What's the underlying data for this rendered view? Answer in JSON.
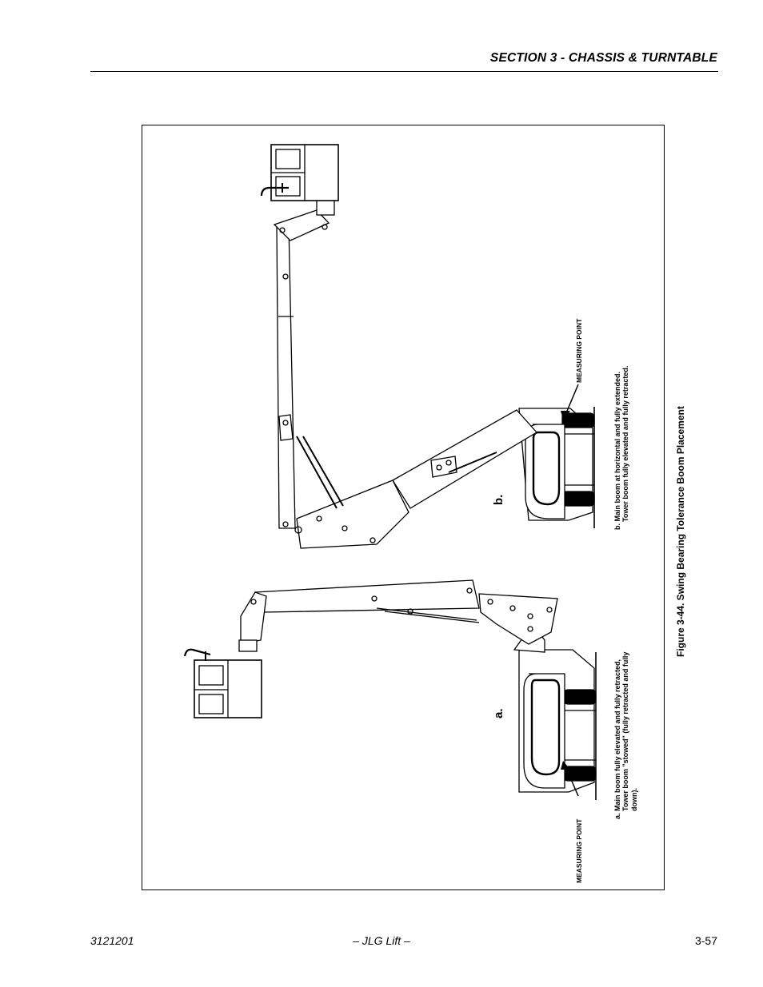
{
  "header": {
    "section_title": "SECTION 3 - CHASSIS & TURNTABLE"
  },
  "figure": {
    "caption": "Figure 3-44.  Swing Bearing Tolerance Boom Placement",
    "label_a": "a.",
    "label_b": "b.",
    "measuring_point_label": "MEASURING POINT",
    "note_a_lines": [
      "a. Main boom fully elevated and fully retracted,",
      "Tower boom \"stowed\" (fully retracted and fully",
      "down)."
    ],
    "note_b_lines": [
      "b. Main boom at horizontal and fully extended.",
      "Tower boom fully elevated and fully retracted."
    ]
  },
  "footer": {
    "doc_number": "3121201",
    "center_text": "– JLG Lift –",
    "page_number": "3-57"
  }
}
